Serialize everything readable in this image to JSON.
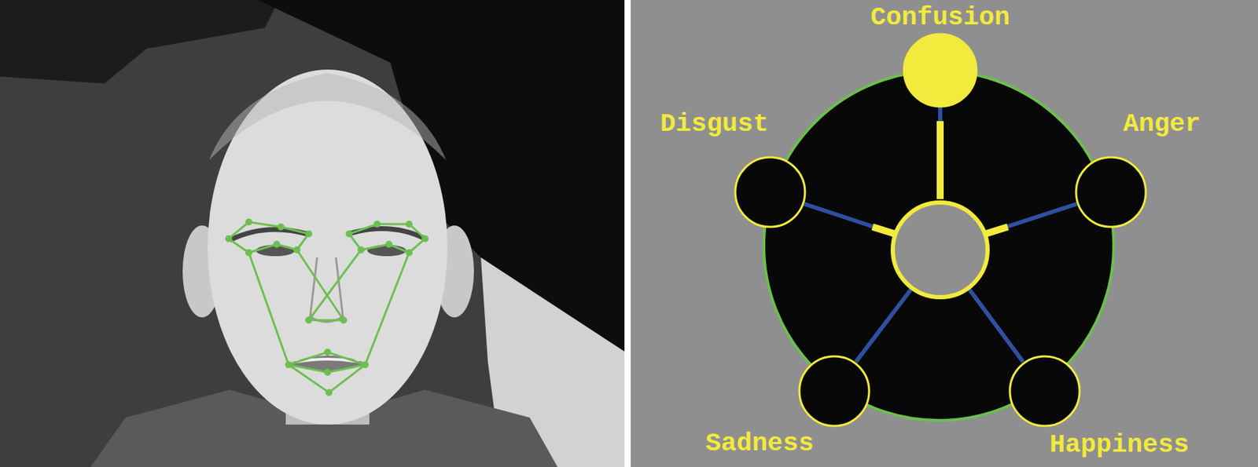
{
  "diagram": {
    "nodes": [
      {
        "text": [
          "Confusion"
        ]
      },
      {
        "text": [
          "Disgust"
        ]
      },
      {
        "text": [
          "Anger"
        ]
      },
      {
        "text": [
          "Sadness"
        ]
      },
      {
        "text": [
          "Happiness"
        ]
      }
    ]
  }
}
